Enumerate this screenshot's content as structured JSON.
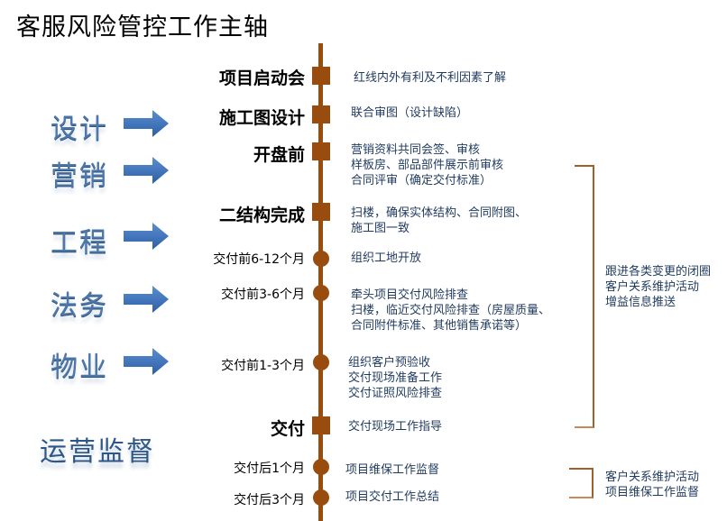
{
  "title": "客服风险管控工作主轴",
  "colors": {
    "axis": "#984d0e",
    "text_desc": "#1f3a5f",
    "dept": "#4e78a8",
    "arrow": "#3a6db5"
  },
  "departments": [
    {
      "label": "设计"
    },
    {
      "label": "营销"
    },
    {
      "label": "工程"
    },
    {
      "label": "法务"
    },
    {
      "label": "物业"
    }
  ],
  "operations_label": "运营监督",
  "milestones": [
    {
      "label": "项目启动会",
      "type": "major",
      "desc": [
        "红线内外有利及不利因素了解"
      ]
    },
    {
      "label": "施工图设计",
      "type": "major",
      "desc": [
        "联合审图（设计缺陷）"
      ]
    },
    {
      "label": "开盘前",
      "type": "major",
      "desc": [
        "营销资料共同会签、审核",
        "样板房、部品部件展示前审核",
        "合同评审（确定交付标准）"
      ]
    },
    {
      "label": "二结构完成",
      "type": "major",
      "desc": [
        "扫楼，确保实体结构、合同附图、",
        "施工图一致"
      ]
    },
    {
      "label": "交付前6-12个月",
      "type": "minor",
      "desc": [
        "组织工地开放"
      ]
    },
    {
      "label": "交付前3-6个月",
      "type": "minor",
      "desc": [
        "牵头项目交付风险排查",
        "扫楼，临近交付风险排查（房屋质量、",
        "合同附件标准、其他销售承诺等）"
      ]
    },
    {
      "label": "交付前1-3个月",
      "type": "minor",
      "desc": [
        "组织客户预验收",
        "交付现场准备工作",
        "交付证照风险排查"
      ]
    },
    {
      "label": "交付",
      "type": "major",
      "desc": [
        "交付现场工作指导"
      ]
    },
    {
      "label": "交付后1个月",
      "type": "minor",
      "desc": [
        "项目维保工作监督"
      ]
    },
    {
      "label": "交付后3个月",
      "type": "minor",
      "desc": [
        "项目交付工作总结"
      ]
    }
  ],
  "side_notes": [
    {
      "lines": [
        "跟进各类变更的闭圈",
        "客户关系维护活动",
        "增益信息推送"
      ]
    },
    {
      "lines": [
        "客户关系维护活动",
        "项目维保工作监督"
      ]
    }
  ]
}
